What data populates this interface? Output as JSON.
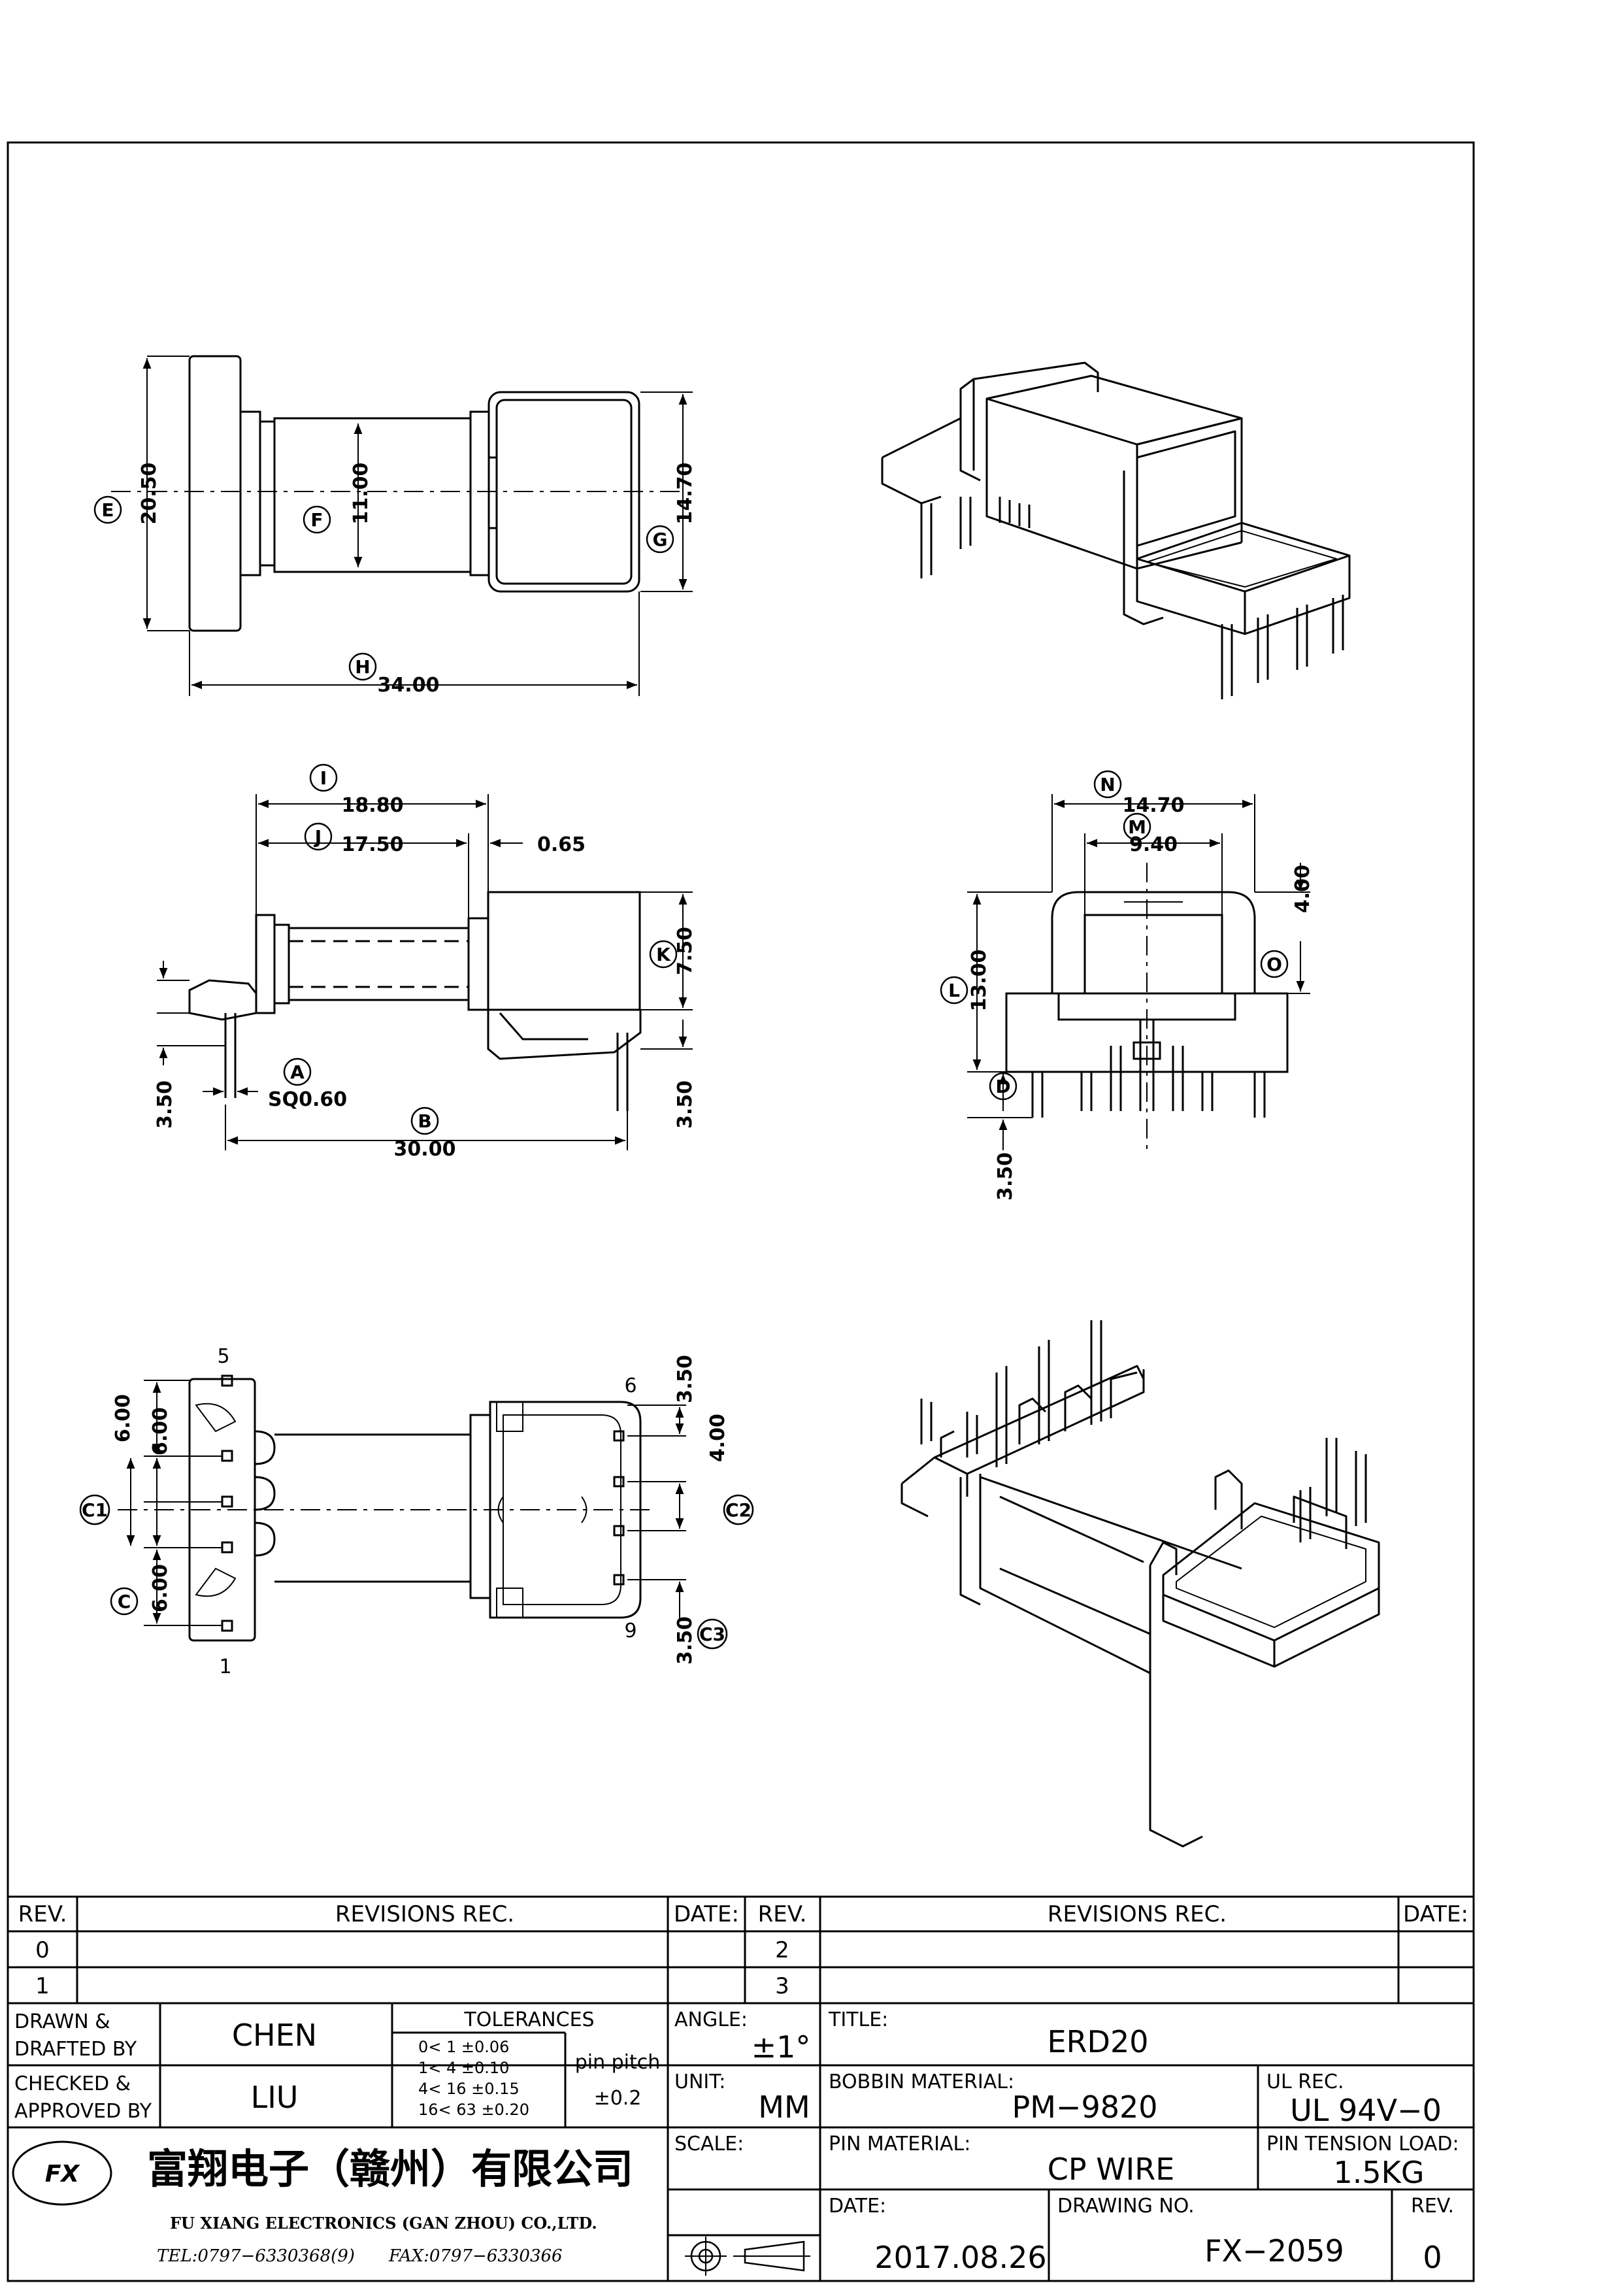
{
  "views": {
    "top": {
      "dim_e": "20.50",
      "dim_f": "11.00",
      "dim_g": "14.70",
      "dim_h": "34.00",
      "label_e": "E",
      "label_f": "F",
      "label_g": "G",
      "label_h": "H"
    },
    "side": {
      "dim_i": "18.80",
      "dim_j": "17.50",
      "dim_gap": "0.65",
      "dim_k": "7.50",
      "dim_a": "SQ0.60",
      "dim_b": "30.00",
      "pin_left": "3.50",
      "pin_right": "3.50",
      "label_i": "I",
      "label_j": "J",
      "label_k": "K",
      "label_a": "A",
      "label_b": "B"
    },
    "end": {
      "dim_n": "14.70",
      "dim_m": "9.40",
      "dim_o": "4.00",
      "dim_l": "13.00",
      "dim_d": "3.50",
      "label_n": "N",
      "label_m": "M",
      "label_o": "O",
      "label_l": "L",
      "label_d": "D"
    },
    "bottom": {
      "pin_5": "5",
      "pin_6": "6",
      "pin_1": "1",
      "pin_9": "9",
      "dim_c_top_a": "6.00",
      "dim_c_top_b": "6.00",
      "dim_c_bot": "6.00",
      "dim_c3_top": "3.50",
      "dim_c2": "4.00",
      "dim_c3_bot": "3.50",
      "label_c1": "C1",
      "label_c": "C",
      "label_c2": "C2",
      "label_c3": "C3"
    }
  },
  "revisions": {
    "left_header": {
      "rev": "REV.",
      "rec": "REVISIONS   REC.",
      "date": "DATE:"
    },
    "right_header": {
      "rev": "REV.",
      "rec": "REVISIONS   REC.",
      "date": "DATE:"
    },
    "left_rows": [
      "0",
      "1"
    ],
    "right_rows": [
      "2",
      "3"
    ]
  },
  "title_block": {
    "drawn_label_1": "DRAWN  &",
    "drawn_label_2": "DRAFTED  BY",
    "drawn_by": "CHEN",
    "checked_label_1": "CHECKED  &",
    "checked_label_2": "APPROVED  BY",
    "approved_by": "LIU",
    "tolerances_title": "TOLERANCES",
    "tolerance_rows": [
      "0<   1    ±0.06",
      "1<   4    ±0.10",
      "4<   16  ±0.15",
      "16<   63  ±0.20"
    ],
    "pin_pitch_label": "pin  pitch",
    "pin_pitch_value": "±0.2",
    "angle_label": "ANGLE:",
    "angle_value": "±1°",
    "unit_label": "UNIT:",
    "unit_value": "MM",
    "scale_label": "SCALE:",
    "title_label": "TITLE:",
    "title_value": "ERD20",
    "bobbin_label": "BOBBIN  MATERIAL:",
    "bobbin_value": "PM−9820",
    "ul_label": "UL  REC.",
    "ul_value": "UL  94V−0",
    "pin_material_label": "PIN  MATERIAL:",
    "pin_material_value": "CP  WIRE",
    "pin_tension_label": "PIN  TENSION  LOAD:",
    "pin_tension_value": "1.5KG",
    "date_label": "DATE:",
    "date_value": "2017.08.26",
    "drawing_no_label": "DRAWING  NO.",
    "drawing_no_value": "FX−2059",
    "rev_label": "REV.",
    "rev_value": "0"
  },
  "company": {
    "name_cn": "富翔电子（赣州）有限公司",
    "name_en": "FU  XIANG  ELECTRONICS  (GAN  ZHOU)  CO.,LTD.",
    "tel": "TEL:0797−6330368(9)",
    "fax": "FAX:0797−6330366",
    "logo_text": "FX"
  }
}
